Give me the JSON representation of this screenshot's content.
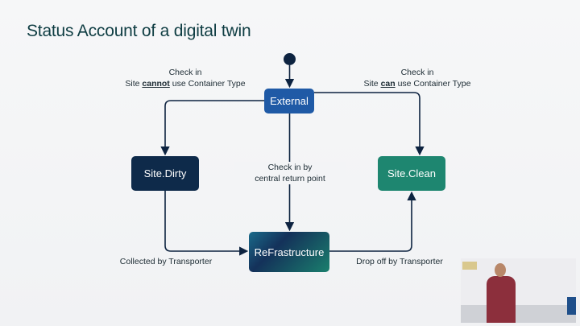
{
  "title": "Status Account of a digital twin",
  "nodes": {
    "external": "External",
    "site_dirty": "Site.Dirty",
    "site_clean": "Site.Clean",
    "refrastructure": "ReFrastructure"
  },
  "edge_labels": {
    "to_dirty_line1": "Check in",
    "to_dirty_line2_pre": "Site ",
    "to_dirty_line2_emph": "cannot",
    "to_dirty_line2_post": " use Container Type",
    "to_clean_line1": "Check in",
    "to_clean_line2_pre": "Site ",
    "to_clean_line2_emph": "can",
    "to_clean_line2_post": " use Container Type",
    "center_line1": "Check in by",
    "center_line2": "central return point",
    "collected": "Collected by Transporter",
    "drop_off": "Drop off by Transporter"
  },
  "colors": {
    "external": "#1f5aa6",
    "site_dirty": "#0e2a4a",
    "site_clean": "#1e8670",
    "edge": "#0d2340"
  }
}
